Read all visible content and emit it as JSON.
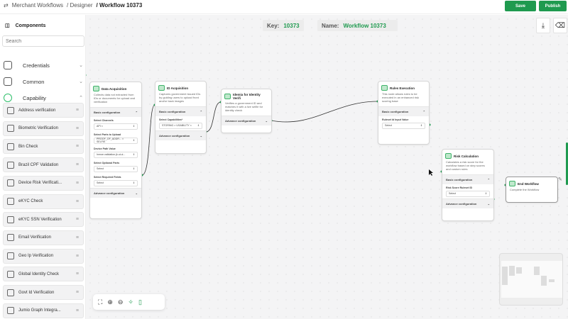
{
  "header": {
    "breadcrumb": [
      "Merchant Workflows",
      "/ Designer",
      "/ Workflow 10373"
    ],
    "save_label": "Save",
    "publish_label": "Publish",
    "brand_color": "#1f9a4f"
  },
  "sidebar": {
    "title": "Components",
    "search_placeholder": "Search",
    "categories": [
      {
        "label": "Credentials",
        "expanded": false
      },
      {
        "label": "Common",
        "expanded": false
      },
      {
        "label": "Capability",
        "expanded": true
      }
    ],
    "items": [
      "Address verification",
      "Biometric Verification",
      "Bin Check",
      "Brazil CPF Validation",
      "Device Risk Verificati...",
      "eKYC Check",
      "eKYC SSN Verification",
      "Email Verification",
      "Geo Ip Verification",
      "Global Identity Check",
      "Govt Id Verification",
      "Jumio Graph Integra..."
    ]
  },
  "canvas": {
    "key_label": "Key:",
    "key_value": "10373",
    "name_label": "Name:",
    "name_value": "Workflow 10373",
    "nodes": [
      {
        "title": "Data Acquisition",
        "desc": "Collects data not extracted from IDs or documents for upload and verification",
        "sections": [
          {
            "label": "Basic configuration",
            "fields": [
              {
                "label": "Select Channels",
                "value": "API ×"
              },
              {
                "label": "Select Parts to Upload",
                "value": "PROOF_OF_ADDR... × SELFIE"
              },
              {
                "label": "Device Path Value",
                "value": "Inmoe.validation.jk.ui.ui..."
              },
              {
                "label": "Select Optional Parts",
                "value": "Select"
              },
              {
                "label": "Select Required Fields",
                "value": "Select"
              }
            ]
          },
          {
            "label": "Advance configuration",
            "fields": []
          }
        ]
      },
      {
        "title": "ID Acquisition",
        "desc": "Captures government issued IDs by guiding users to upload front and/or back images",
        "sections": [
          {
            "label": "Basic configuration",
            "fields": [
              {
                "label": "Select Capabilities*",
                "value": "STORING × USABILITY ×"
              }
            ]
          },
          {
            "label": "Advance configuration",
            "fields": []
          }
        ]
      },
      {
        "title": "Idemia for Identity Verifi",
        "desc": "Verifies a government ID and matches it with a live selfie for identity check",
        "sections": [
          {
            "label": "Advance configuration",
            "fields": []
          }
        ]
      },
      {
        "title": "Rules Execution",
        "desc": "This node allows rules to be executed in an enhanced risk scoring base",
        "sections": [
          {
            "label": "Basic configuration",
            "fields": [
              {
                "label": "Ruleset Id Input Value",
                "value": "Select"
              }
            ]
          }
        ]
      },
      {
        "title": "Risk Calculation",
        "desc": "Calculates a risk score for the workflow based on step scores and custom rules",
        "sections": [
          {
            "label": "Basic configuration",
            "fields": [
              {
                "label": "Risk Score Ruleset ID",
                "value": "Select"
              }
            ]
          },
          {
            "label": "Advance configuration",
            "fields": []
          }
        ]
      },
      {
        "title": "End Workflow",
        "desc": "Complete the Workflow",
        "sections": []
      }
    ]
  }
}
